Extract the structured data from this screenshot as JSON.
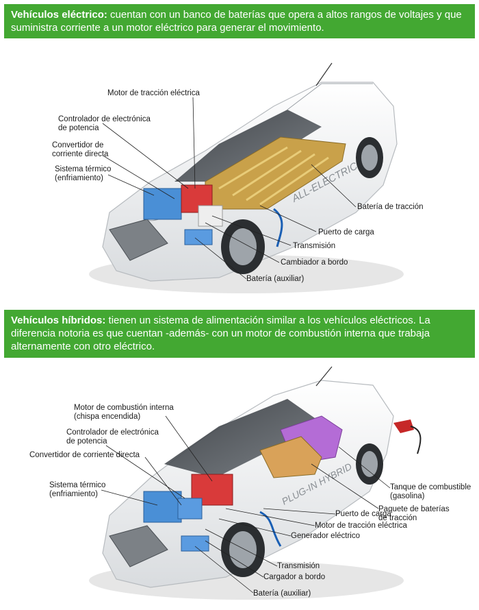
{
  "electric": {
    "title": "Vehículos eléctrico:",
    "text": " cuentan con un banco de baterías que opera a altos rangos de voltajes y que suministra corriente a un motor eléctrico para generar el movimiento.",
    "badge": "ALL-ELECTRIC",
    "labels": {
      "motor": "Motor de tracción eléctrica",
      "controlador1": "Controlador de electrónica",
      "controlador2": "de potencia",
      "convertidor1": "Convertidor de",
      "convertidor2": "corriente directa",
      "termico1": "Sistema térmico",
      "termico2": "(enfriamiento)",
      "bateria_traccion": "Batería de tracción",
      "puerto": "Puerto de carga",
      "transmision": "Transmisión",
      "cambiador": "Cambiador a bordo",
      "bateria_aux": "Batería (auxiliar)"
    }
  },
  "hybrid": {
    "title": "Vehículos híbridos:",
    "text": " tienen un sistema de alimentación similar a los vehículos eléctricos. La diferencia notoria es que cuentan -además- con un motor de combustión interna que trabaja alternamente con otro eléctrico.",
    "badge": "PLUG-IN HYBRID",
    "labels": {
      "combustion1": "Motor de combustión interna",
      "combustion2": "(chispa encendida)",
      "controlador1": "Controlador de electrónica",
      "controlador2": "de potencia",
      "convertidor": "Convertidor de corriente directa",
      "termico1": "Sistema térmico",
      "termico2": "(enfriamiento)",
      "tanque1": "Tanque de combustible",
      "tanque2": "(gasolina)",
      "paquete1": "Paquete de baterías",
      "paquete2": "de tracción",
      "puerto": "Puerto de carga",
      "motor": "Motor de tracción eléctrica",
      "generador": "Generador eléctrico",
      "transmision": "Transmisión",
      "cargador": "Cargador a bordo",
      "bateria_aux": "Batería (auxiliar)"
    }
  },
  "colors": {
    "banner": "#43a832",
    "battery": "#c9a14a",
    "cooling": "#4a8fd6",
    "controller": "#d93a3a",
    "fuel_tank": "#b46cd6"
  }
}
